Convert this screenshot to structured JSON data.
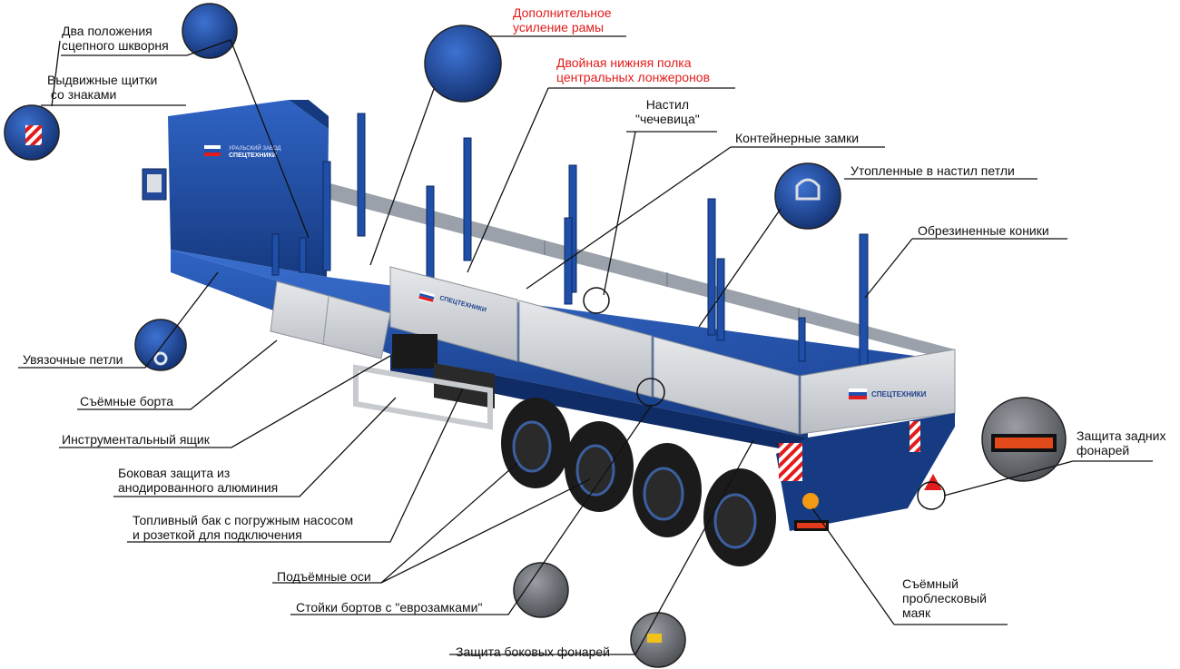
{
  "colors": {
    "trailer_blue": "#1f4fa8",
    "trailer_blue_dark": "#163a80",
    "panel_silver": "#c9ccd1",
    "highlight_red": "#e31b1b",
    "leader_line": "#111111"
  },
  "logo": {
    "line1": "УРАЛЬСКИЙ ЗАВОД",
    "line2": "СПЕЦТЕХНИКИ"
  },
  "callouts": {
    "kingpin": [
      "Два положения",
      "сцепного шкворня"
    ],
    "frame_reinforcement": [
      "Дополнительное",
      "усиление рамы"
    ],
    "double_flange": [
      "Двойная нижняя полка",
      "центральных лонжеронов"
    ],
    "sign_shields": [
      "Выдвижные щитки",
      " со знаками"
    ],
    "lentil_deck": [
      "Настил",
      "\"чечевица\""
    ],
    "container_locks": [
      "Контейнерные замки"
    ],
    "recessed_loops": [
      "Утопленные в настил петли"
    ],
    "rubber_stakes": [
      "Обрезиненные коники"
    ],
    "lashing_loops": [
      "Увязочные петли"
    ],
    "removable_sides": [
      "Съёмные борта"
    ],
    "tool_box": [
      "Инструментальный ящик"
    ],
    "side_guard": [
      "Боковая защита из",
      "анодированного алюминия"
    ],
    "fuel_tank": [
      "Топливный бак с погружным насосом",
      "и розеткой для подключения"
    ],
    "lift_axles": [
      "Подъёмные оси"
    ],
    "side_posts": [
      "Стойки бортов с \"еврозамками\""
    ],
    "side_lights": [
      "Защита боковых фонарей"
    ],
    "rear_lights": [
      "Защита задних",
      "фонарей"
    ],
    "beacon": [
      "Съёмный",
      "проблесковый",
      "маяк"
    ]
  }
}
